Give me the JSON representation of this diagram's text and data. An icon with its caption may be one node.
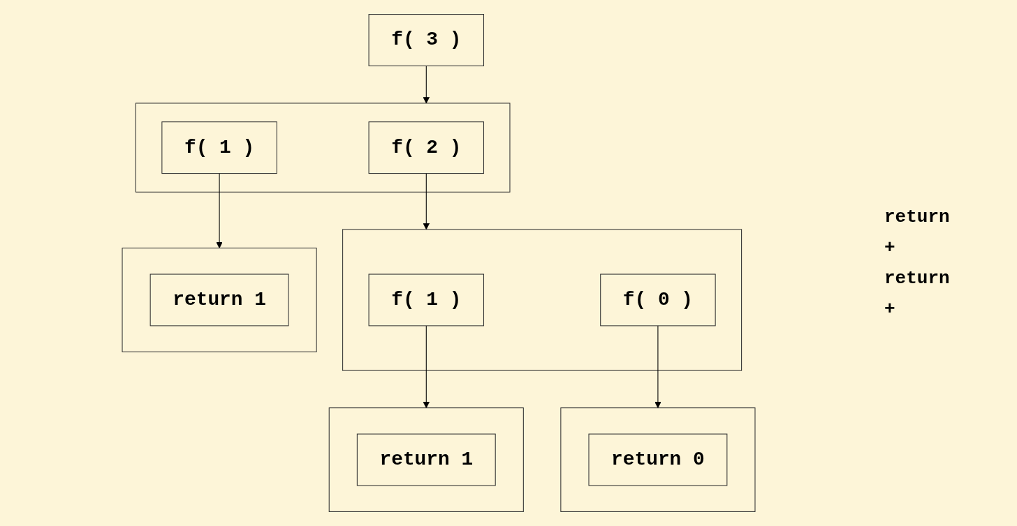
{
  "diagram": {
    "nodes": [
      {
        "text": [
          "f( 3 )"
        ]
      },
      {
        "text": [],
        "shape": "bracket"
      },
      {
        "text": [
          "f( 2 )"
        ],
        "in": 1
      },
      {
        "text": [
          "f( 1 )"
        ],
        "in": 1
      },
      {
        "text": [],
        "shape": "bracket"
      },
      {
        "text": [
          "f( 1 )"
        ],
        "in": 4
      },
      {
        "text": [
          "f( 0 )"
        ],
        "in": 4
      },
      {
        "text": [],
        "shape": "bracket"
      },
      {
        "text": [
          "return 1"
        ],
        "in": 7
      },
      {
        "text": [],
        "shape": "bracket"
      },
      {
        "text": [
          "return 1"
        ],
        "in": 9
      },
      {
        "text": [],
        "shape": "bracket"
      },
      {
        "text": [
          "return 0"
        ],
        "in": 11
      }
    ],
    "edges": [
      {
        "from": 0,
        "to": 1,
        "arrow": "to"
      },
      {
        "from": 2,
        "to": 4,
        "arrow": "to"
      },
      {
        "from": 3,
        "to": 7,
        "arrow": "to"
      },
      {
        "from": 5,
        "to": 9,
        "arrow": "to"
      },
      {
        "from": 6,
        "to": 11,
        "arrow": "to"
      }
    ],
    "labels": [
      "return",
      "+",
      "return",
      "+"
    ]
  }
}
